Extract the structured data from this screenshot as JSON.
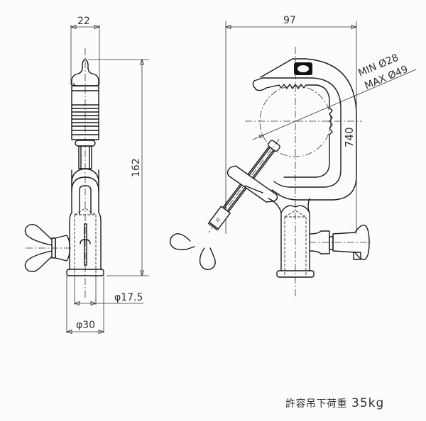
{
  "drawing": {
    "title": "Clamp technical drawing",
    "line_color": "#1a1a1a",
    "background": "#fcfcfc"
  },
  "side_view": {
    "dim_width": "22",
    "dim_height": "162",
    "dim_inner_diameter": "φ17.5",
    "dim_outer_diameter": "φ30"
  },
  "front_view": {
    "dim_width": "97",
    "pipe_range_min": "MIN Ø28",
    "pipe_range_max": "MAX Ø49",
    "part_marking": "740"
  },
  "footer": {
    "load_label": "許容吊下荷重",
    "load_value": "35kg"
  }
}
